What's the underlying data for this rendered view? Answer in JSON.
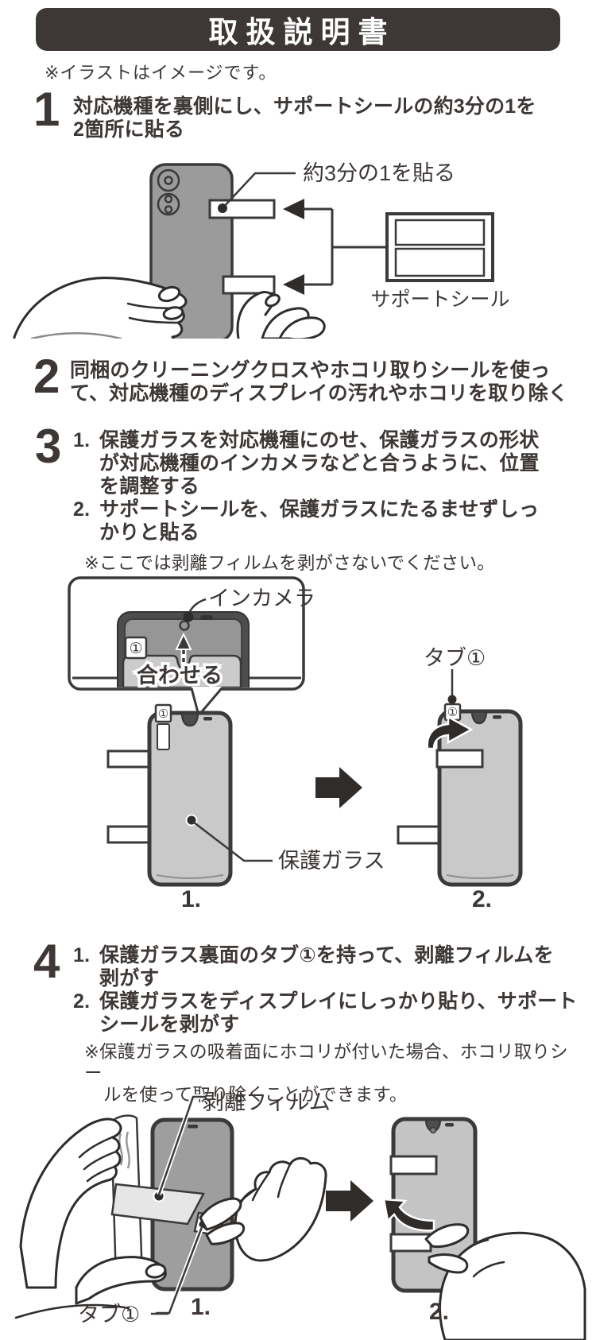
{
  "header": {
    "title": "取扱説明書"
  },
  "disclaimer": "※イラストはイメージです。",
  "colors": {
    "ink": "#3d3836",
    "outline": "#3a3a3a",
    "phone_back": "#9b9b9b",
    "glass": "#c9c9c9",
    "dark_screen": "#4d4d4d"
  },
  "steps": [
    {
      "num": "1",
      "lines": [
        "対応機種を裏側にし、サポートシールの約3分の1を",
        "2箇所に貼る"
      ]
    },
    {
      "num": "2",
      "lines": [
        "同梱のクリーニングクロスやホコリ取りシールを使っ",
        "て、対応機種のディスプレイの汚れやホコリを取り除く"
      ]
    },
    {
      "num": "3",
      "items": [
        {
          "marker": "1.",
          "lines": [
            "保護ガラスを対応機種にのせ、保護ガラスの形状",
            "が対応機種のインカメラなどと合うように、位置",
            "を調整する"
          ]
        },
        {
          "marker": "2.",
          "lines": [
            "サポートシールを、保護ガラスにたるませずしっ",
            "かりと貼る"
          ]
        }
      ],
      "note_lines": [
        "※ここでは剥離フィルムを剥がさないでください。"
      ]
    },
    {
      "num": "4",
      "items": [
        {
          "marker": "1.",
          "lines": [
            "保護ガラス裏面のタブ①を持って、剥離フィルムを",
            "剥がす"
          ]
        },
        {
          "marker": "2.",
          "lines": [
            "保護ガラスをディスプレイにしっかり貼り、サポート",
            "シールを剥がす"
          ]
        }
      ],
      "note_lines": [
        "※保護ガラスの吸着面にホコリが付いた場合、ホコリ取りシー",
        "ルを使って取り除くことができます。"
      ]
    }
  ],
  "fig1": {
    "label_third": "約3分の1を貼る",
    "label_seal": "サポートシール"
  },
  "fig3": {
    "incamera": "インカメラ",
    "align": "合わせる",
    "tab1": "タブ①",
    "glass": "保護ガラス",
    "tab_char": "①",
    "cap1": "1.",
    "cap2": "2."
  },
  "fig4": {
    "film": "剥離フィルム",
    "tab1": "タブ①",
    "cap1": "1.",
    "cap2": "2."
  }
}
